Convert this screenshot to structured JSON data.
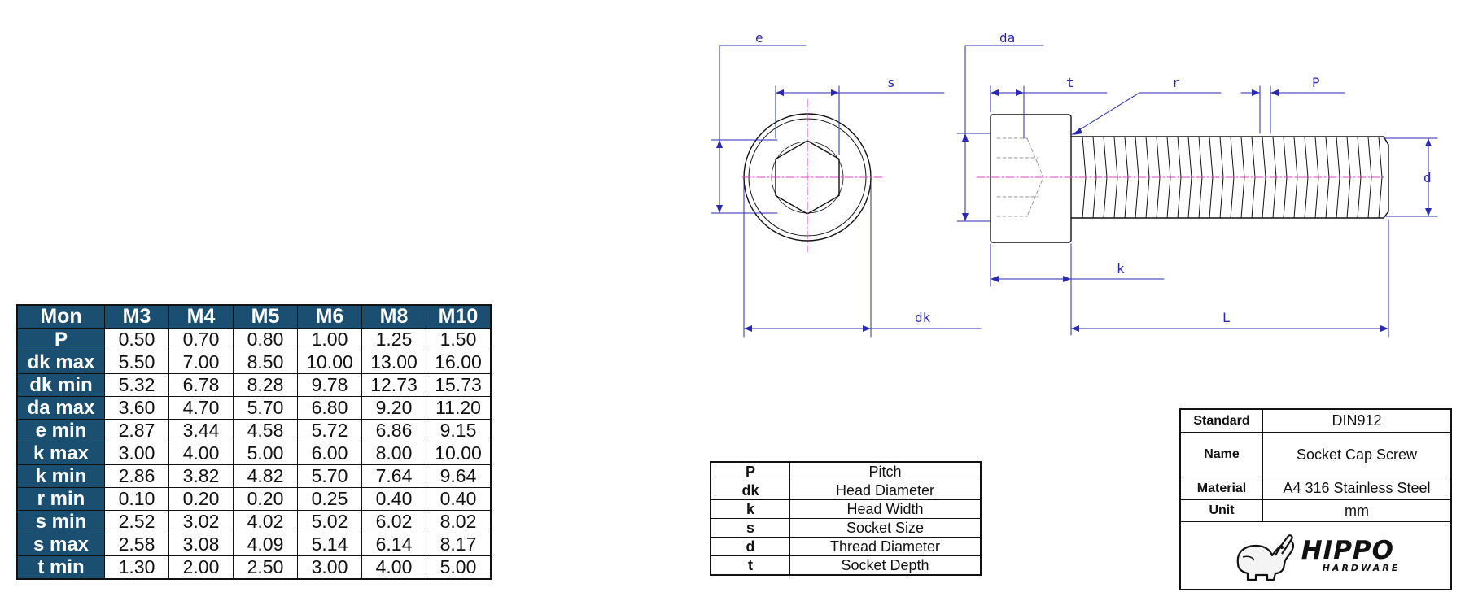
{
  "spec_table": {
    "header": [
      "Mon",
      "M3",
      "M4",
      "M5",
      "M6",
      "M8",
      "M10"
    ],
    "rows": [
      {
        "label": "P",
        "values": [
          "0.50",
          "0.70",
          "0.80",
          "1.00",
          "1.25",
          "1.50"
        ]
      },
      {
        "label": "dk max",
        "values": [
          "5.50",
          "7.00",
          "8.50",
          "10.00",
          "13.00",
          "16.00"
        ]
      },
      {
        "label": "dk min",
        "values": [
          "5.32",
          "6.78",
          "8.28",
          "9.78",
          "12.73",
          "15.73"
        ]
      },
      {
        "label": "da max",
        "values": [
          "3.60",
          "4.70",
          "5.70",
          "6.80",
          "9.20",
          "11.20"
        ]
      },
      {
        "label": "e min",
        "values": [
          "2.87",
          "3.44",
          "4.58",
          "5.72",
          "6.86",
          "9.15"
        ]
      },
      {
        "label": "k max",
        "values": [
          "3.00",
          "4.00",
          "5.00",
          "6.00",
          "8.00",
          "10.00"
        ]
      },
      {
        "label": "k min",
        "values": [
          "2.86",
          "3.82",
          "4.82",
          "5.70",
          "7.64",
          "9.64"
        ]
      },
      {
        "label": "r min",
        "values": [
          "0.10",
          "0.20",
          "0.20",
          "0.25",
          "0.40",
          "0.40"
        ]
      },
      {
        "label": "s min",
        "values": [
          "2.52",
          "3.02",
          "4.02",
          "5.02",
          "6.02",
          "8.02"
        ]
      },
      {
        "label": "s max",
        "values": [
          "2.58",
          "3.08",
          "4.09",
          "5.14",
          "6.14",
          "8.17"
        ]
      },
      {
        "label": "t min",
        "values": [
          "1.30",
          "2.00",
          "2.50",
          "3.00",
          "4.00",
          "5.00"
        ]
      }
    ]
  },
  "drawing_labels": {
    "e": "e",
    "s": "s",
    "da": "da",
    "t": "t",
    "r": "r",
    "P": "P",
    "d": "d",
    "k": "k",
    "dk": "dk",
    "L": "L"
  },
  "legend": [
    {
      "symbol": "P",
      "meaning": "Pitch"
    },
    {
      "symbol": "dk",
      "meaning": "Head Diameter"
    },
    {
      "symbol": "k",
      "meaning": "Head Width"
    },
    {
      "symbol": "s",
      "meaning": "Socket Size"
    },
    {
      "symbol": "d",
      "meaning": "Thread Diameter"
    },
    {
      "symbol": "t",
      "meaning": "Socket Depth"
    }
  ],
  "info": {
    "standard_key": "Standard",
    "standard": "DIN912",
    "name_key": "Name",
    "name": "Socket Cap Screw",
    "material_key": "Material",
    "material": "A4 316 Stainless Steel",
    "unit_key": "Unit",
    "unit": "mm"
  },
  "logo": {
    "main": "HIPPO",
    "sub": "HARDWARE"
  },
  "colors": {
    "header_bg": "#1b4f72",
    "dimension": "#2a2ab0",
    "centerline": "#e040c0"
  }
}
